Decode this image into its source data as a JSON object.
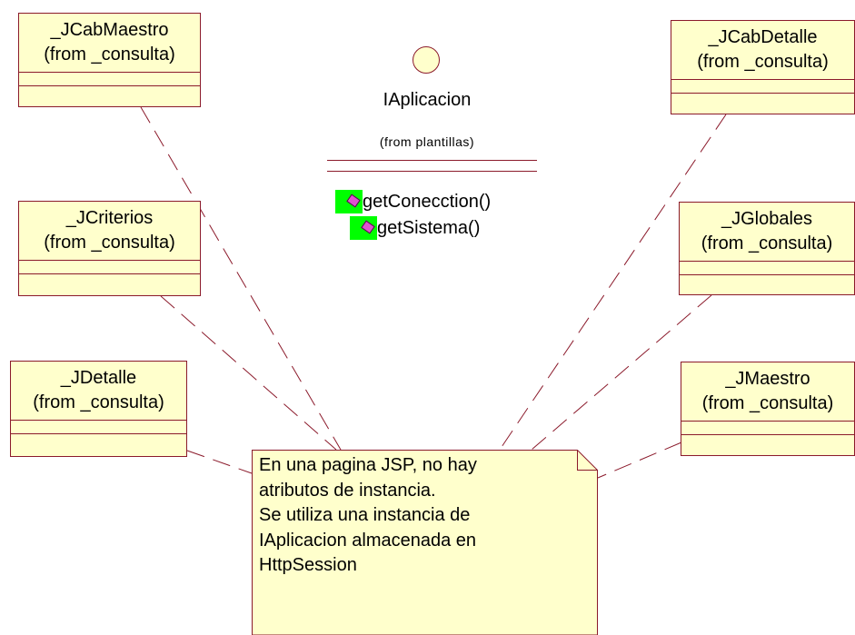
{
  "classes": [
    {
      "name": "_JCabMaestro",
      "from": "(from _consulta)"
    },
    {
      "name": "_JCriterios",
      "from": "(from _consulta)"
    },
    {
      "name": "_JDetalle",
      "from": "(from _consulta)"
    },
    {
      "name": "_JCabDetalle",
      "from": "(from _consulta)"
    },
    {
      "name": "_JGlobales",
      "from": "(from _consulta)"
    },
    {
      "name": "_JMaestro",
      "from": "(from _consulta)"
    }
  ],
  "interface": {
    "name": "IAplicacion",
    "from": "(from plantillas)",
    "operations": [
      "getConecction()",
      "getSistema()"
    ],
    "operation_icon": "operation-icon"
  },
  "note": {
    "text": "En una pagina JSP, no hay\natributos de instancia.\nSe utiliza una instancia de\nIAplicacion almacenada en\nHttpSession"
  },
  "colors": {
    "fill": "#ffffcc",
    "border": "#8b1a2b",
    "operation_highlight": "#00ff00"
  }
}
